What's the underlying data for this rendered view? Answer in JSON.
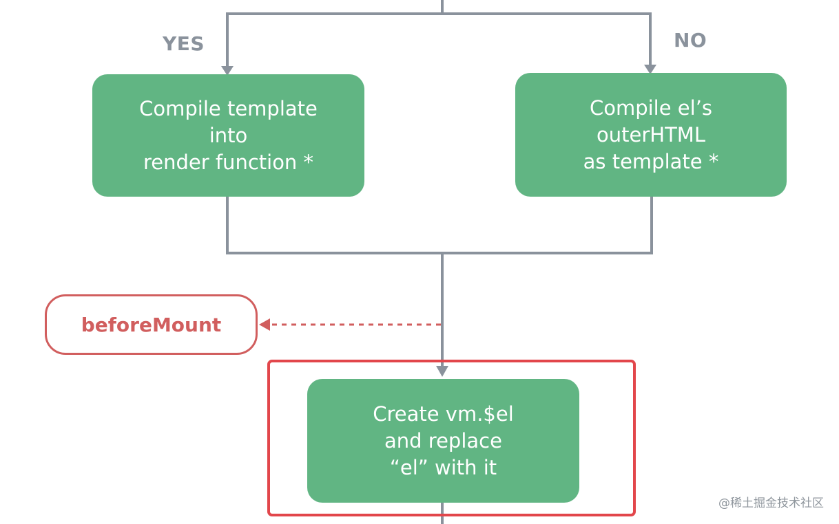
{
  "branches": {
    "yes_label": "YES",
    "no_label": "NO"
  },
  "boxes": {
    "compile_template": {
      "lines": [
        "Compile template",
        "into",
        "render function *"
      ]
    },
    "compile_outer_html": {
      "lines": [
        "Compile el’s",
        "outerHTML",
        "as template *"
      ]
    },
    "create_el": {
      "lines": [
        "Create vm.$el",
        "and replace",
        "“el” with it"
      ]
    }
  },
  "hook": {
    "label": "beforeMount"
  },
  "watermark": "@稀土掘金技术社区",
  "colors": {
    "box_green": "#61b583",
    "connector_gray": "#8a929c",
    "hook_red": "#d15e5e",
    "highlight_red": "#e2464b"
  }
}
